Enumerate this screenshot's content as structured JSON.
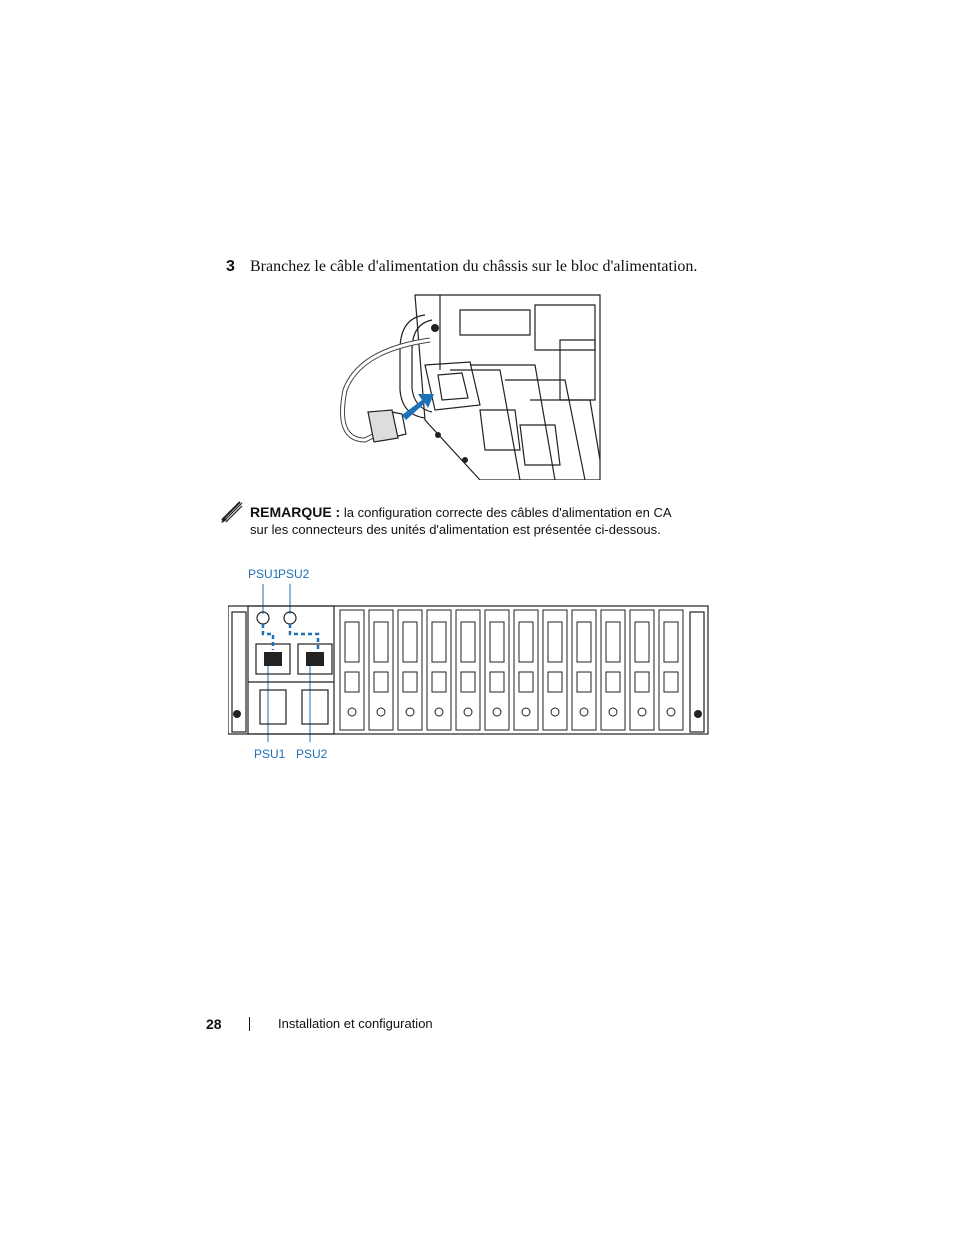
{
  "step": {
    "number": "3",
    "text": "Branchez le câble d'alimentation du châssis sur le bloc d'alimentation."
  },
  "note": {
    "icon": "pencil-note-icon",
    "label": "REMARQUE :",
    "text": "la configuration correcte des câbles d'alimentation en CA sur les connecteurs des unités d'alimentation est présentée ci-dessous."
  },
  "figure2": {
    "callout_top_1": "PSU1",
    "callout_top_2": "PSU2",
    "callout_bottom_1": "PSU1",
    "callout_bottom_2": "PSU2",
    "callout_color": "#1d6fb8"
  },
  "footer": {
    "page_number": "28",
    "section": "Installation et configuration"
  }
}
